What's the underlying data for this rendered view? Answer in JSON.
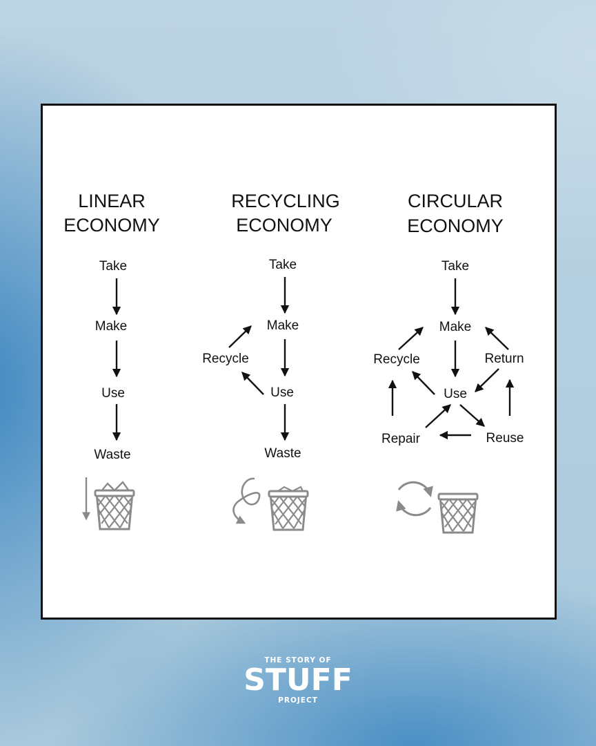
{
  "columns": {
    "linear": {
      "title_line1": "LINEAR",
      "title_line2": "ECONOMY",
      "nodes": {
        "take": "Take",
        "make": "Make",
        "use": "Use",
        "waste": "Waste"
      }
    },
    "recycling": {
      "title_line1": "RECYCLING",
      "title_line2": "ECONOMY",
      "nodes": {
        "take": "Take",
        "make": "Make",
        "use": "Use",
        "waste": "Waste",
        "recycle": "Recycle"
      }
    },
    "circular": {
      "title_line1": "CIRCULAR",
      "title_line2": "ECONOMY",
      "nodes": {
        "take": "Take",
        "make": "Make",
        "use": "Use",
        "recycle": "Recycle",
        "return": "Return",
        "repair": "Repair",
        "reuse": "Reuse"
      }
    }
  },
  "icons": [
    "down-arrow-icon",
    "wastebasket-icon",
    "curved-arrow-icon",
    "recycle-loop-icon"
  ],
  "logo": {
    "line1": "THE STORY OF",
    "line2": "STUFF",
    "line3": "PROJECT"
  },
  "colors": {
    "frame_border": "#111111",
    "icon_gray": "#8a8a8a",
    "logo_text": "#ffffff"
  }
}
